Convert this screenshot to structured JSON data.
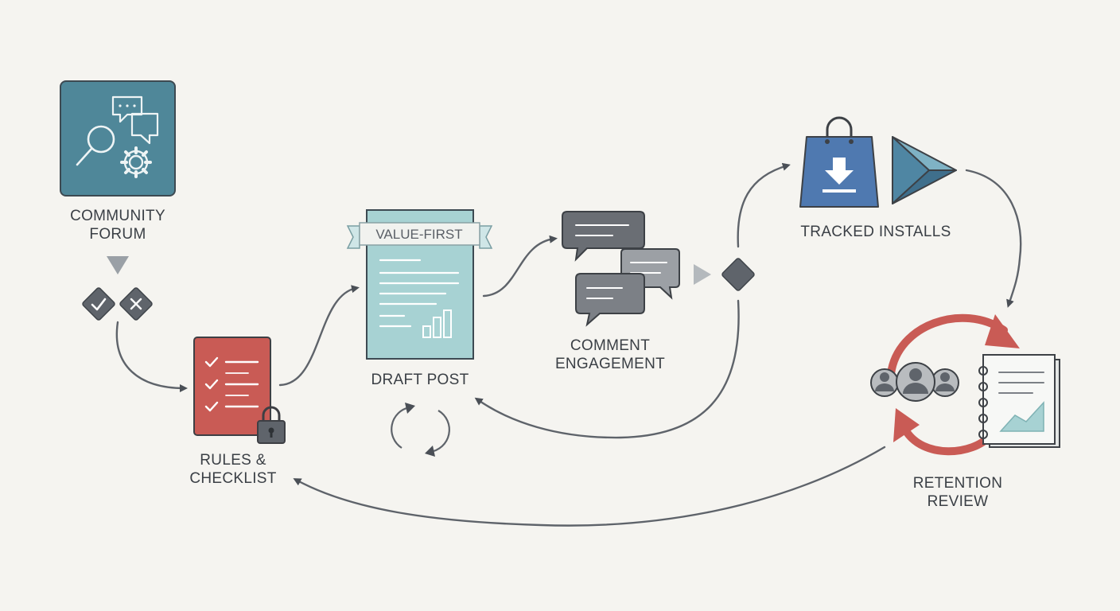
{
  "nodes": {
    "community_forum": {
      "label_line1": "COMMUNITY",
      "label_line2": "FORUM",
      "color": "#4f8799"
    },
    "rules_checklist": {
      "label_line1": "RULES &",
      "label_line2": "CHECKLIST",
      "color": "#c95b55"
    },
    "draft_post": {
      "label": "DRAFT POST",
      "banner": "VALUE-FIRST",
      "color": "#a7d2d3"
    },
    "comment_engagement": {
      "label_line1": "COMMENT",
      "label_line2": "ENGAGEMENT",
      "color": "#6a6e74"
    },
    "tracked_installs": {
      "label": "TRACKED INSTALLS",
      "color": "#4f79b0"
    },
    "retention_review": {
      "label_line1": "RETENTION",
      "label_line2": "REVIEW",
      "color": "#c95b55"
    }
  },
  "icons": [
    "magnifier-icon",
    "chat-bubbles-icon",
    "gear-icon",
    "check-icon",
    "cross-icon",
    "checklist-icon",
    "padlock-icon",
    "bar-chart-icon",
    "refresh-cycle-icon",
    "shopping-bag-download-icon",
    "play-store-icon",
    "users-group-icon",
    "notebook-icon",
    "cycle-arrows-icon",
    "decision-diamond-icon"
  ]
}
